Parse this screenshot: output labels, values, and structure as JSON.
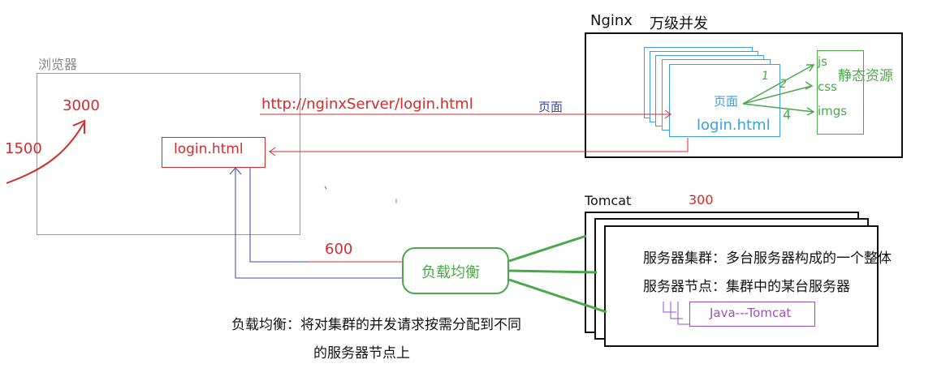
{
  "browser": {
    "title": "浏览器",
    "number_top": "3000",
    "number_left": "1500",
    "login_label": "login.html"
  },
  "request": {
    "url": "http://nginxServer/login.html",
    "page_label": "页面"
  },
  "nginx": {
    "title": "Nginx",
    "subtitle": "万级并发",
    "page_label": "页面",
    "login_label": "login.html",
    "assets_title": "静态资源",
    "assets": [
      "js",
      "css",
      "imgs"
    ],
    "marks": [
      "1",
      "2",
      "4"
    ]
  },
  "load_balancer": {
    "label": "负载均衡",
    "count_label": "600",
    "description_line1": "负载均衡：将对集群的并发请求按需分配到不同",
    "description_line2": "的服务器节点上"
  },
  "tomcat": {
    "title": "Tomcat",
    "count_label": "300",
    "cluster_def": "服务器集群：多台服务器构成的一个整体",
    "node_def": "服务器节点：集群中的某台服务器",
    "java_label": "Java---Tomcat"
  },
  "colors": {
    "red": "#d42a2a",
    "green": "#4aa84a",
    "blue": "#3aa0dc",
    "navy": "#3a4aa8",
    "purple": "#9a4fb8"
  }
}
